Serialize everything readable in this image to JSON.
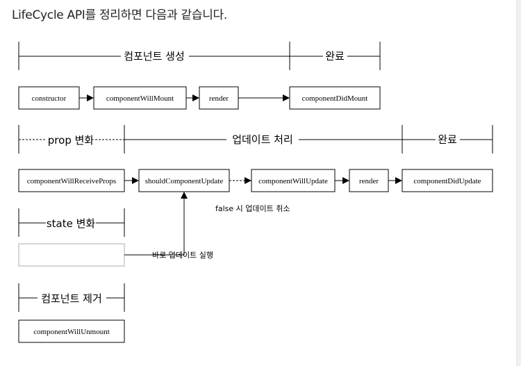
{
  "heading": "LifeCycle API를 정리하면 다음과 같습니다.",
  "sections": {
    "mount_create": "컴포넌트 생성",
    "mount_done": "완료",
    "update_prop": "prop 변화",
    "update_process": "업데이트 처리",
    "update_done": "완료",
    "state_change": "state 변화",
    "unmount": "컴포넌트 제거"
  },
  "boxes": {
    "constructor": "constructor",
    "componentWillMount": "componentWillMount",
    "render_mount": "render",
    "componentDidMount": "componentDidMount",
    "componentWillReceiveProps": "componentWillReceiveProps",
    "shouldComponentUpdate": "shouldComponentUpdate",
    "componentWillUpdate": "componentWillUpdate",
    "render_update": "render",
    "componentDidUpdate": "componentDidUpdate",
    "state_box": "",
    "componentWillUnmount": "componentWillUnmount"
  },
  "notes": {
    "false_cancel": "false 시 업데이트 취소",
    "direct_update": "바로 업데이트 실행"
  }
}
